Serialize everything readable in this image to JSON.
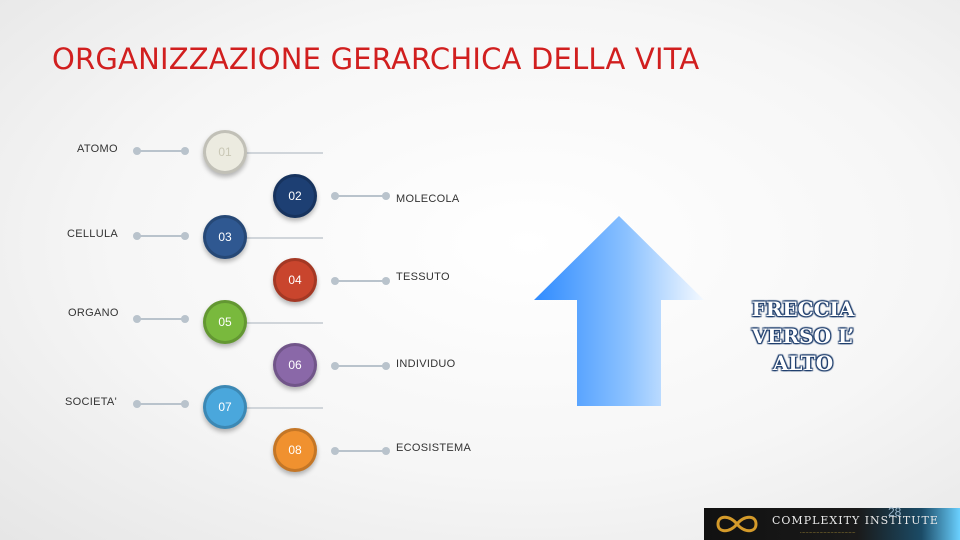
{
  "slide": {
    "title": "ORGANIZZAZIONE GERARCHICA DELLA VITA",
    "page_number": "28"
  },
  "levels": [
    {
      "number": "01",
      "label": "ATOMO",
      "color": "#ecebe0"
    },
    {
      "number": "02",
      "label": "MOLECOLA",
      "color": "#1d3f73"
    },
    {
      "number": "03",
      "label": "CELLULA",
      "color": "#2f5891"
    },
    {
      "number": "04",
      "label": "TESSUTO",
      "color": "#c9452d"
    },
    {
      "number": "05",
      "label": "ORGANO",
      "color": "#79b93d"
    },
    {
      "number": "06",
      "label": "INDIVIDUO",
      "color": "#8a68a8"
    },
    {
      "number": "07",
      "label": "SOCIETA'",
      "color": "#4aa7dc"
    },
    {
      "number": "08",
      "label": "ECOSISTEMA",
      "color": "#f0912f"
    }
  ],
  "arrow": {
    "icon": "up-arrow-icon",
    "caption": "FRECCIA VERSO L’ ALTO",
    "color": "#2f8bff"
  },
  "logo": {
    "icon": "infinity-icon",
    "name": "COMPLEXITY INSTITUTE",
    "tagline": "........................................"
  }
}
